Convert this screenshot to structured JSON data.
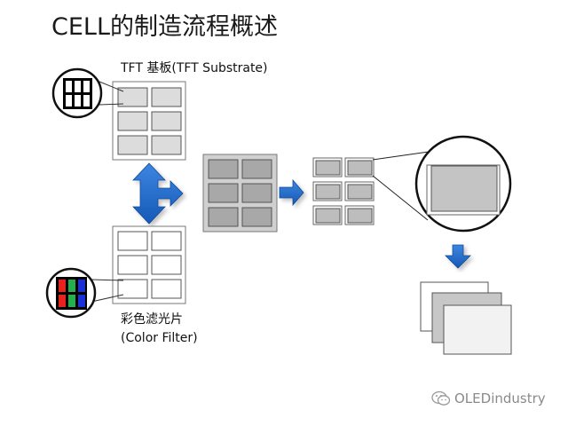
{
  "title": "CELL的制造流程概述",
  "labels": {
    "tft_line1": "TFT 基板(TFT Substrate)",
    "cf_line1": "彩色滤光片",
    "cf_line2": "(Color Filter)"
  },
  "watermark": {
    "text": "OLEDindustry",
    "icon": "wechat-icon"
  },
  "colors": {
    "arrow_blue": "#1f6cc9",
    "panel_gray": "#c9c9c9",
    "cell_gray": "#a9a9a9",
    "red": "#e8231d",
    "green": "#22b14c",
    "blue": "#1b2fd6"
  }
}
